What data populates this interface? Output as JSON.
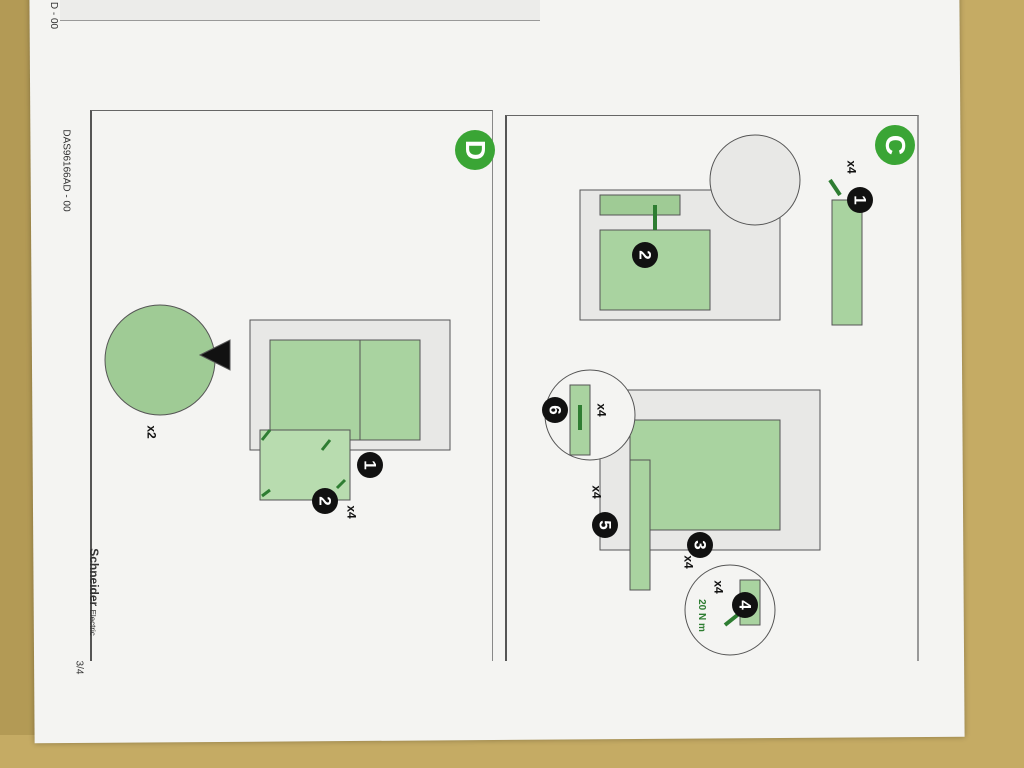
{
  "document": {
    "doc_code": "DAS96166AD - 00",
    "doc_code_top": "D - 00",
    "brand": "Schneider",
    "brand_sub": "Electric",
    "page": "3/4"
  },
  "panel_d": {
    "letter": "D",
    "steps": [
      {
        "num": "1"
      },
      {
        "num": "2"
      }
    ],
    "qty_step2": "x4",
    "qty_tool": "x2"
  },
  "panel_c": {
    "letter": "C",
    "steps": [
      {
        "num": "1"
      },
      {
        "num": "2"
      },
      {
        "num": "3"
      },
      {
        "num": "4"
      },
      {
        "num": "5"
      },
      {
        "num": "6"
      }
    ],
    "qty_step1": "x4",
    "qty_step3": "x4",
    "qty_step4": "x4",
    "qty_step5": "x4",
    "qty_step6": "x4",
    "torque": "20 N m"
  },
  "colors": {
    "accent_green": "#3aa535",
    "part_green": "#a9d3a0",
    "cardboard": "#b39a55"
  }
}
